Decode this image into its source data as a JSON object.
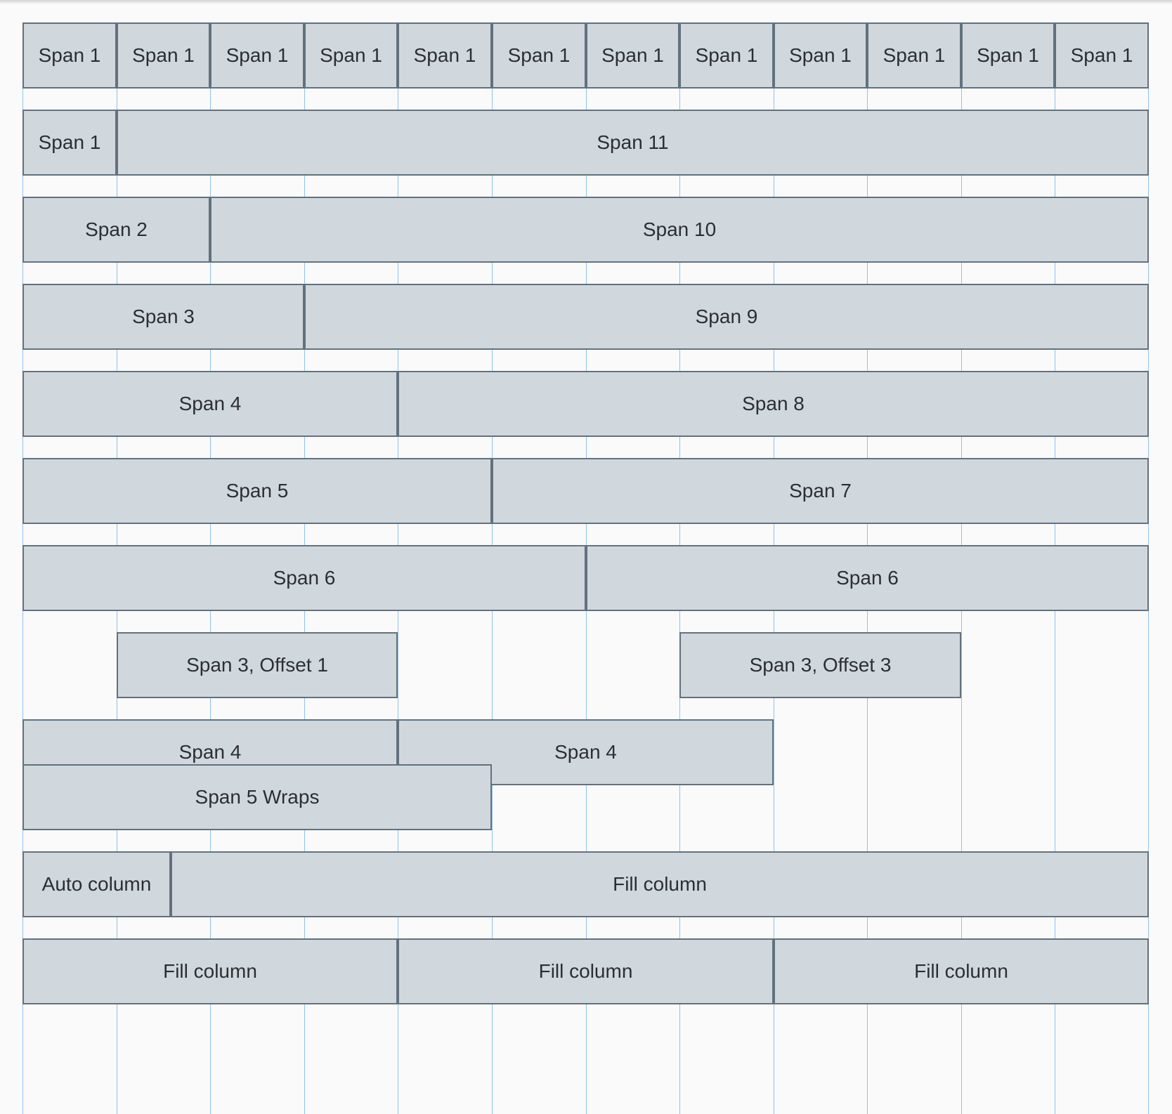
{
  "theme": {
    "page_bg": "#fafafa",
    "cell_bg": "#d1d8dd",
    "cell_border": "#63717d",
    "guide_color": "#90c2ee",
    "text_color": "#2b2f33"
  },
  "grid": {
    "columns": 12
  },
  "rows": [
    {
      "cells": [
        {
          "label": "Span 1",
          "span": 1
        },
        {
          "label": "Span 1",
          "span": 1
        },
        {
          "label": "Span 1",
          "span": 1
        },
        {
          "label": "Span 1",
          "span": 1
        },
        {
          "label": "Span 1",
          "span": 1
        },
        {
          "label": "Span 1",
          "span": 1
        },
        {
          "label": "Span 1",
          "span": 1
        },
        {
          "label": "Span 1",
          "span": 1
        },
        {
          "label": "Span 1",
          "span": 1
        },
        {
          "label": "Span 1",
          "span": 1
        },
        {
          "label": "Span 1",
          "span": 1
        },
        {
          "label": "Span 1",
          "span": 1
        }
      ]
    },
    {
      "cells": [
        {
          "label": "Span 1",
          "span": 1
        },
        {
          "label": "Span 11",
          "span": 11
        }
      ]
    },
    {
      "cells": [
        {
          "label": "Span 2",
          "span": 2
        },
        {
          "label": "Span 10",
          "span": 10
        }
      ]
    },
    {
      "cells": [
        {
          "label": "Span 3",
          "span": 3
        },
        {
          "label": "Span 9",
          "span": 9
        }
      ]
    },
    {
      "cells": [
        {
          "label": "Span 4",
          "span": 4
        },
        {
          "label": "Span 8",
          "span": 8
        }
      ]
    },
    {
      "cells": [
        {
          "label": "Span 5",
          "span": 5
        },
        {
          "label": "Span 7",
          "span": 7
        }
      ]
    },
    {
      "cells": [
        {
          "label": "Span 6",
          "span": 6
        },
        {
          "label": "Span 6",
          "span": 6
        }
      ]
    },
    {
      "cells": [
        {
          "label": "Span 3, Offset 1",
          "span": 3,
          "offset": 1
        },
        {
          "label": "Span 3, Offset 3",
          "span": 3,
          "offset": 3
        }
      ]
    },
    {
      "cells": [
        {
          "label": "Span 4",
          "span": 4
        },
        {
          "label": "Span 4",
          "span": 4
        }
      ]
    },
    {
      "cells": [
        {
          "label": "Span 5 Wraps",
          "span": 5
        }
      ],
      "wrapped": true
    },
    {
      "cells": [
        {
          "label": "Auto column",
          "type": "auto"
        },
        {
          "label": "Fill column",
          "type": "fill"
        }
      ]
    },
    {
      "cells": [
        {
          "label": "Fill column",
          "type": "fill"
        },
        {
          "label": "Fill column",
          "type": "fill"
        },
        {
          "label": "Fill column",
          "type": "fill"
        }
      ]
    }
  ]
}
